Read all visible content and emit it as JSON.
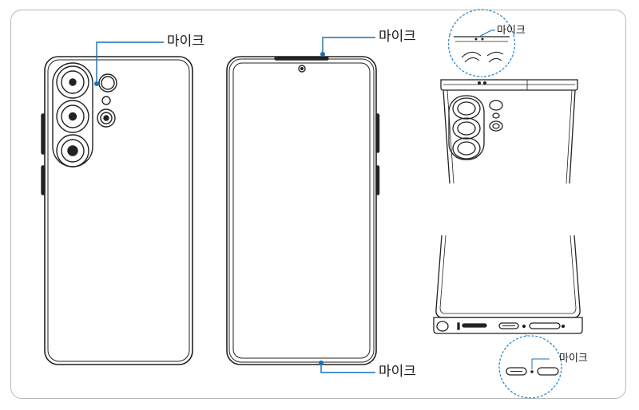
{
  "labels": {
    "back_top_mic": "마이크",
    "front_top_mic": "마이크",
    "front_bottom_mic": "마이크",
    "top_edge_mic": "마이크",
    "bottom_edge_mic": "마이크"
  },
  "colors": {
    "callout_line": "#1a6fb5",
    "callout_dot": "#1a6fb5",
    "device_outline": "#222222",
    "zoom_circle": "#2a8ad0",
    "frame_border": "#b9b9b9"
  },
  "icons": [
    "camera-lens-icon",
    "microphone-hole-icon",
    "usb-port-icon",
    "speaker-grille-icon",
    "sim-tray-icon"
  ]
}
